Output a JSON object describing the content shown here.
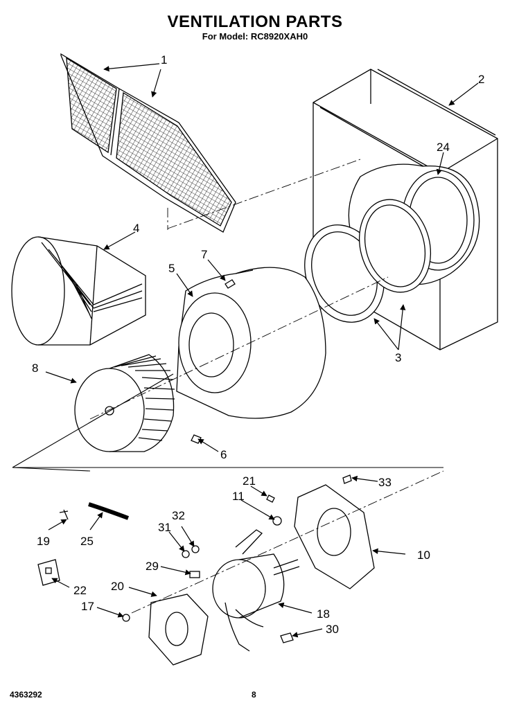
{
  "header": {
    "title": "VENTILATION PARTS",
    "subtitle": "For Model: RC8920XAH0"
  },
  "footer": {
    "part_number": "4363292",
    "page": "8"
  },
  "callouts": {
    "c1": "1",
    "c2": "2",
    "c24": "24",
    "c4": "4",
    "c5": "5",
    "c7": "7",
    "c3": "3",
    "c8": "8",
    "c6": "6",
    "c21": "21",
    "c33": "33",
    "c11": "11",
    "c31": "31",
    "c32": "32",
    "c19": "19",
    "c25": "25",
    "c10": "10",
    "c29": "29",
    "c20": "20",
    "c22": "22",
    "c17": "17",
    "c18": "18",
    "c30": "30"
  }
}
